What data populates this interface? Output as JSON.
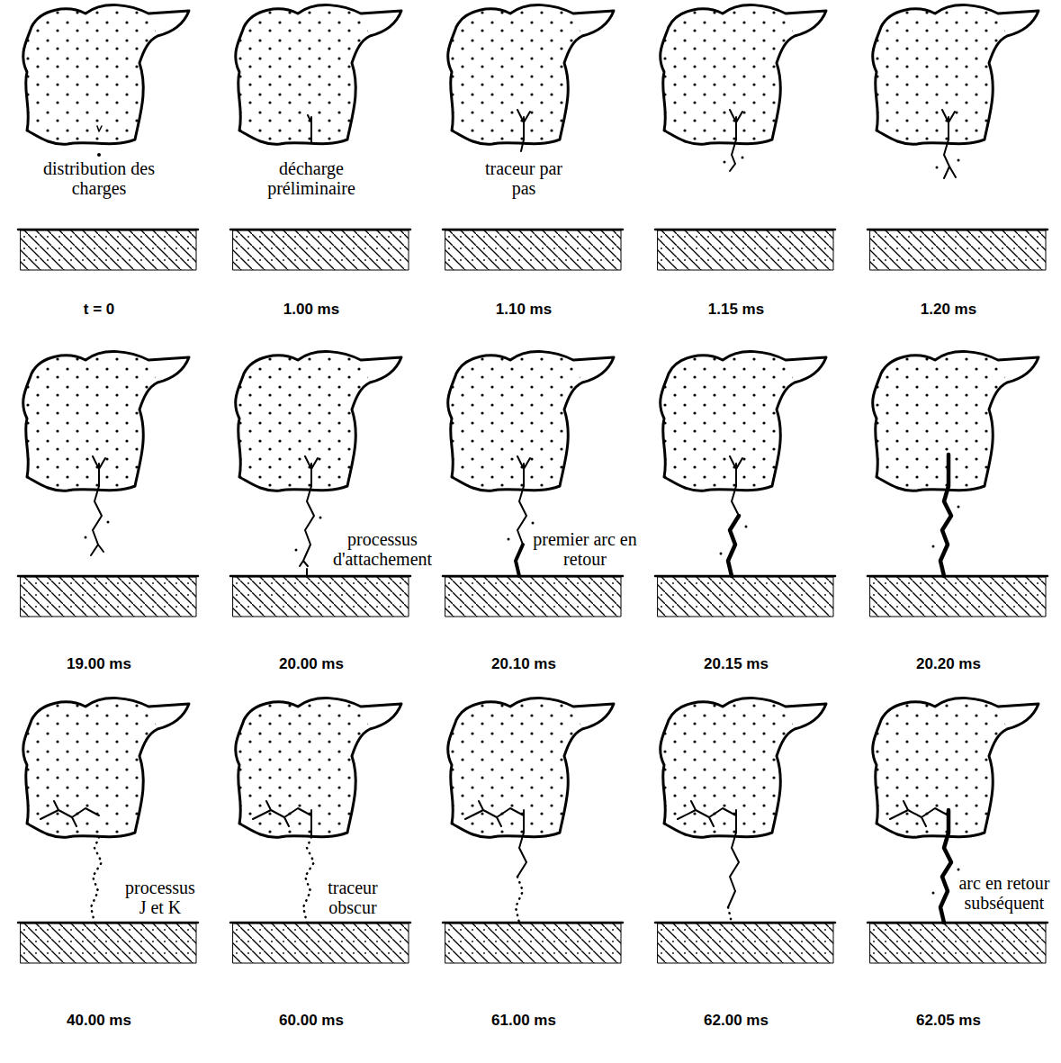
{
  "diagram": {
    "labels": [
      "distribution des charges",
      "décharge préliminaire",
      "traceur par pas",
      "t = 0",
      "1.00 ms",
      "1.10 ms",
      "1.15 ms",
      "1.20 ms",
      "processus d'attachement",
      "premier arc en retour",
      "19.00 ms",
      "20.00 ms",
      "20.10 ms",
      "20.15 ms",
      "20.20 ms",
      "processus J et K",
      "traceur obscur",
      "arc en retour subséquent",
      "40.00 ms",
      "60.00 ms",
      "61.00 ms",
      "62.00 ms",
      "62.05 ms"
    ]
  }
}
